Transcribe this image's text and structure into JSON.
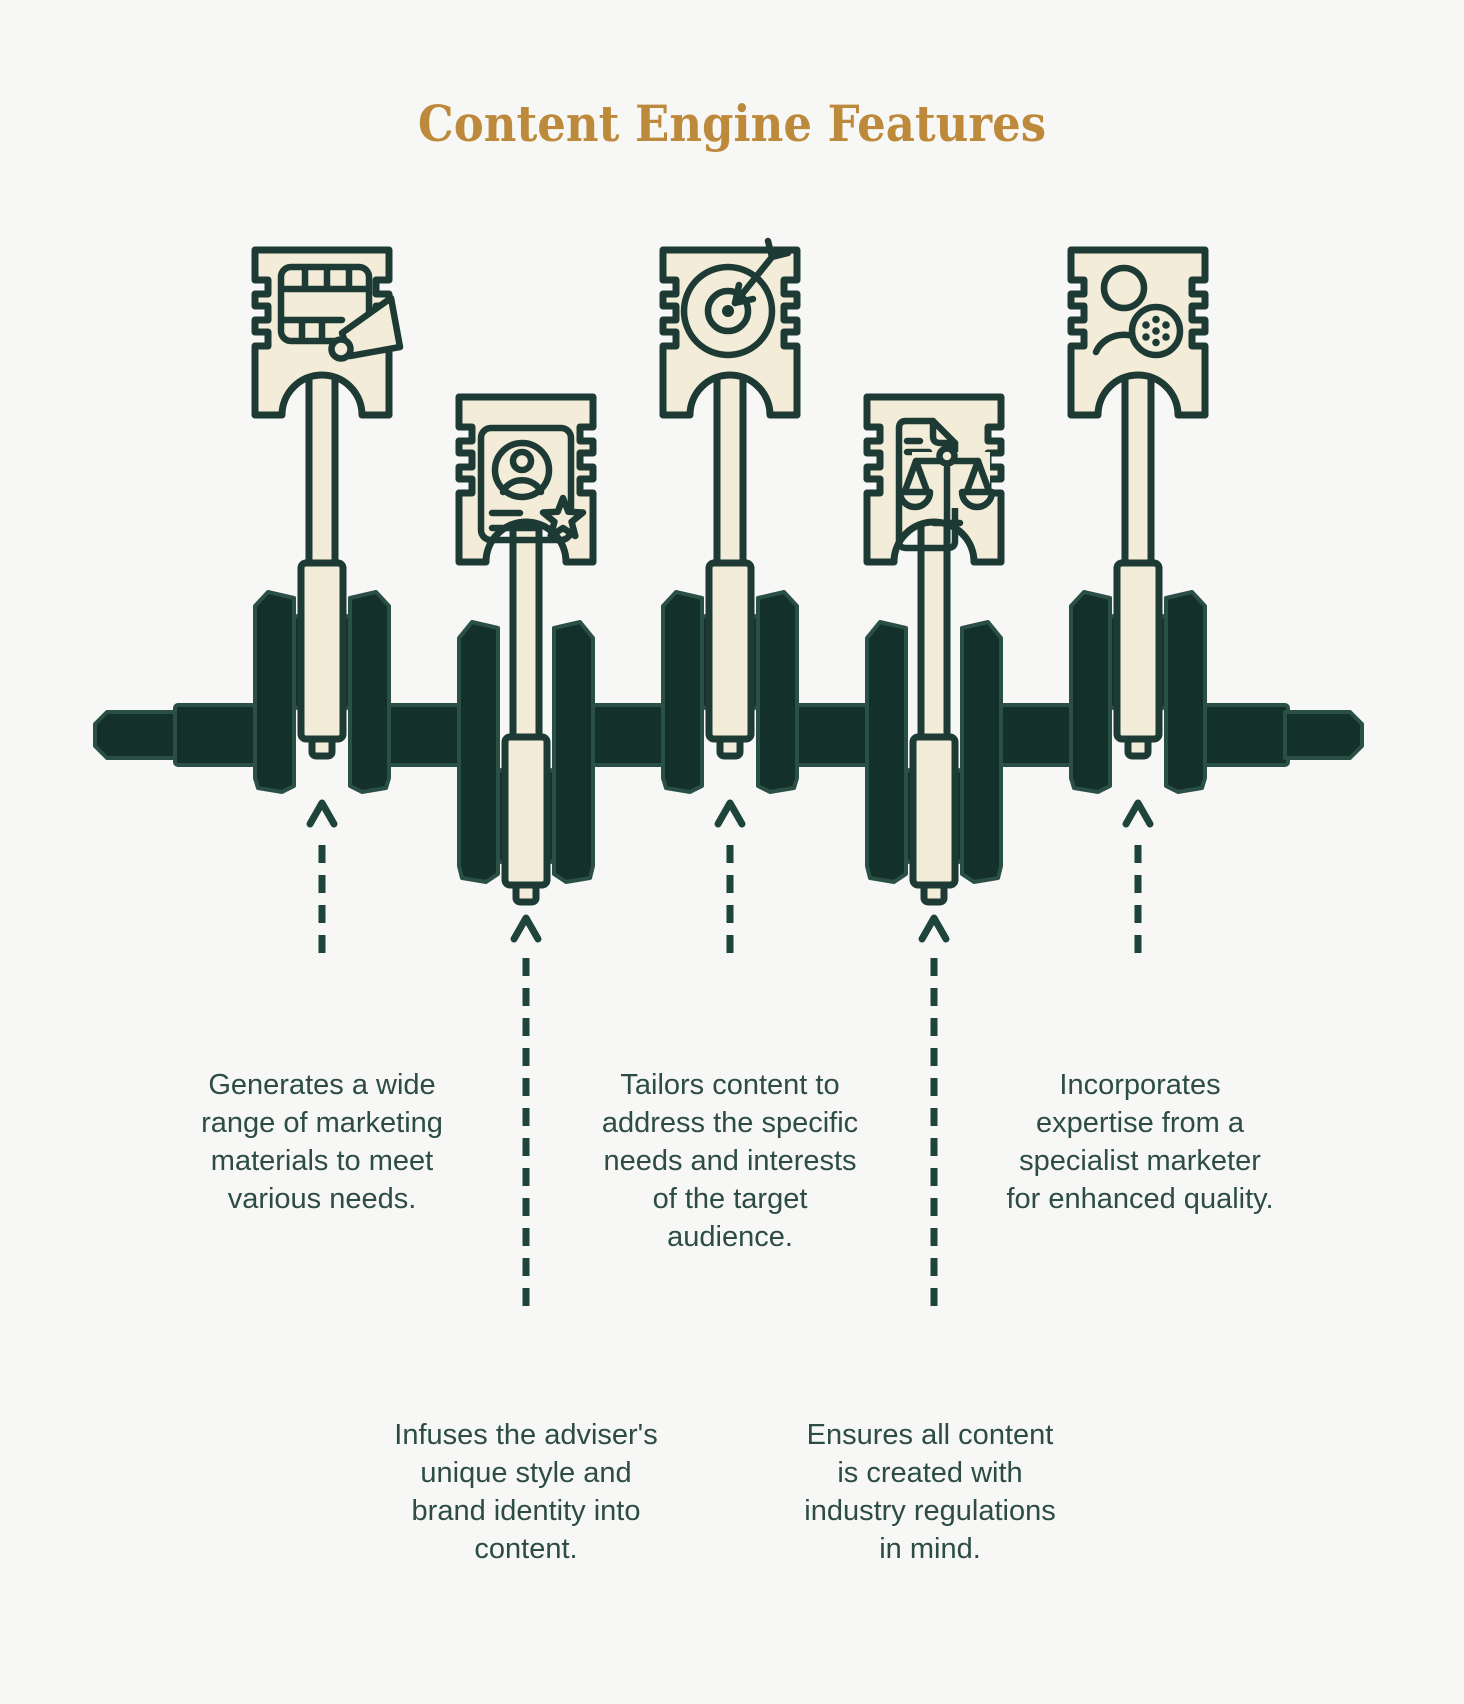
{
  "title": "Content Engine Features",
  "features": [
    {
      "id": "content-generation",
      "icon": "film-megaphone-icon",
      "piston": "up",
      "label": "Generates a wide\nrange of marketing\nmaterials to meet\nvarious needs."
    },
    {
      "id": "brand-style",
      "icon": "id-card-star-icon",
      "piston": "down",
      "label": "Infuses the adviser's\nunique style and\nbrand identity into\ncontent."
    },
    {
      "id": "audience-targeting",
      "icon": "target-dart-icon",
      "piston": "up",
      "label": "Tailors content to\naddress the specific\nneeds and interests\nof the target\naudience."
    },
    {
      "id": "compliance",
      "icon": "document-scales-icon",
      "piston": "down",
      "label": "Ensures all content\nis created with\nindustry regulations\nin mind."
    },
    {
      "id": "specialist-expertise",
      "icon": "person-specialist-icon",
      "piston": "up",
      "label": "Incorporates\nexpertise from a\nspecialist marketer\nfor enhanced quality."
    }
  ],
  "colors": {
    "background": "#F7F7F5",
    "title": "#BD8A3C",
    "ink": "#2C4C45",
    "outline": "#1D3B34",
    "dark_metal": "#14302A",
    "dark_edge": "#2A5046",
    "cream": "#F2ECD8",
    "arrow": "#1E443C"
  }
}
